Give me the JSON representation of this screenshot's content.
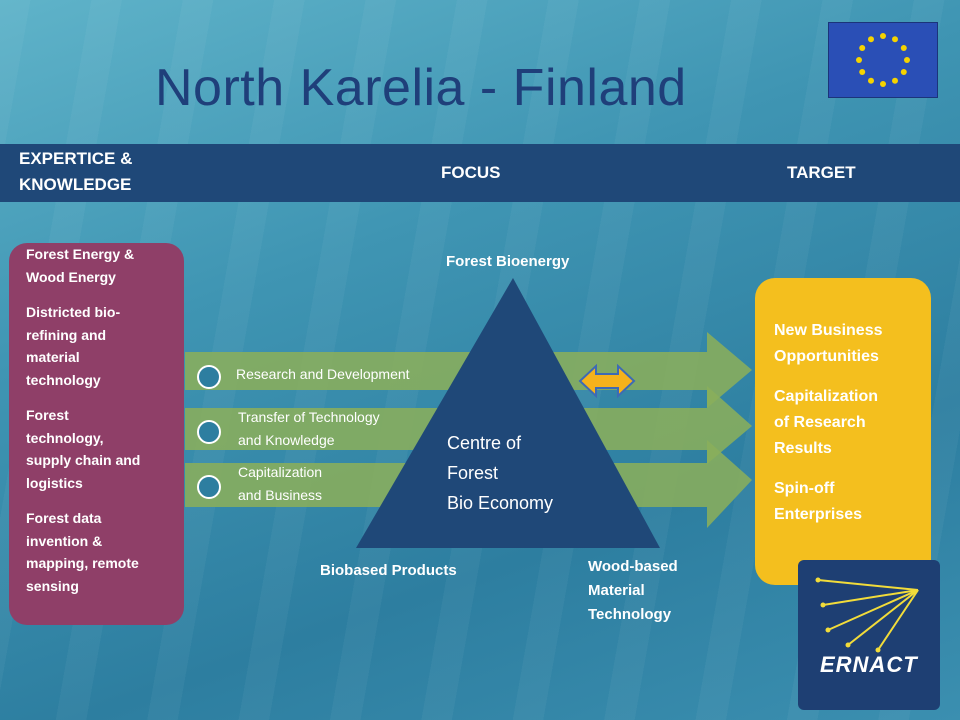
{
  "title": "North Karelia - Finland",
  "header": {
    "col1": [
      "EXPERTICE &",
      "KNOWLEDGE"
    ],
    "col2": "FOCUS",
    "col3": "TARGET"
  },
  "expertise": [
    [
      "Forest Energy &",
      "Wood Energy"
    ],
    [
      "Districted bio-",
      "refining and",
      "material",
      "technology"
    ],
    [
      "Forest",
      "technology,",
      "supply chain and",
      "logistics"
    ],
    [
      "Forest data",
      "invention &",
      "mapping, remote",
      "sensing"
    ]
  ],
  "focus_rows": [
    [
      "Research and Development"
    ],
    [
      "Transfer of Technology",
      "and Knowledge"
    ],
    [
      "Capitalization",
      "and Business"
    ]
  ],
  "triangle": {
    "top": "Forest Bioenergy",
    "bottom_left": "Biobased  Products",
    "bottom_right": [
      "Wood-based",
      "Material",
      "Technology"
    ],
    "center": [
      "Centre of",
      "Forest",
      "Bio Economy"
    ]
  },
  "targets": [
    [
      "New Business",
      "Opportunities"
    ],
    [
      "Capitalization",
      "of Research",
      "Results"
    ],
    [
      "Spin-off",
      "Enterprises"
    ]
  ],
  "logo": "ERNACT",
  "colors": {
    "header_bar": "#1f4878",
    "expertise_panel": "#8f3f68",
    "target_panel": "#f4bf1e",
    "triangle": "#1f4878",
    "arrows": "#8aae5b",
    "double_arrow": "#f5b21b"
  }
}
